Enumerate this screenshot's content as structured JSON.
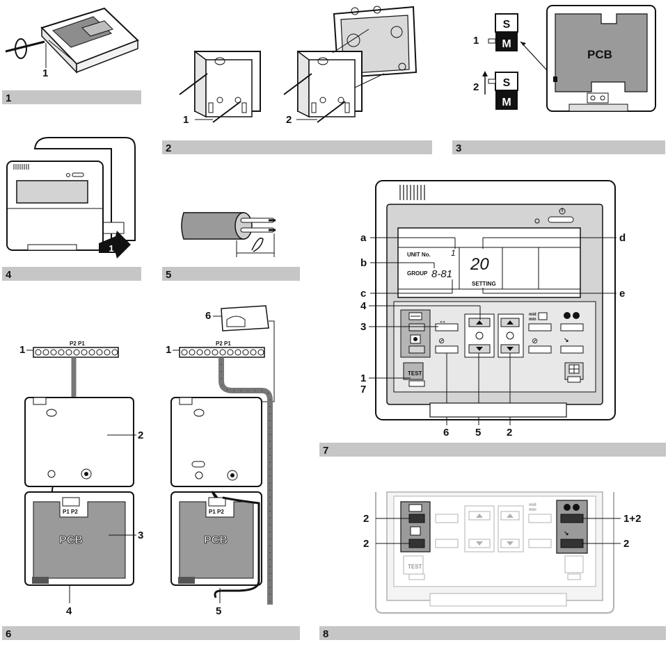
{
  "panels": [
    {
      "number": "1",
      "callouts": [
        "1"
      ]
    },
    {
      "number": "2",
      "callouts": [
        "1",
        "2"
      ]
    },
    {
      "number": "3",
      "callouts": [
        "1",
        "2"
      ],
      "switch_labels": [
        "S",
        "M"
      ],
      "pcb_label": "PCB"
    },
    {
      "number": "4",
      "callouts": [
        "1"
      ]
    },
    {
      "number": "5"
    },
    {
      "number": "6",
      "callouts": [
        "1",
        "2",
        "3",
        "4",
        "1",
        "5",
        "6"
      ],
      "terminal_label": "P2 P1",
      "terminal_label_pcb": "P1 P2",
      "pcb_label": "PCB"
    },
    {
      "number": "7",
      "callouts": [
        "a",
        "b",
        "c",
        "d",
        "e",
        "4",
        "3",
        "1",
        "7",
        "6",
        "5",
        "2"
      ],
      "lcd": {
        "unit_no_label": "UNIT No.",
        "unit_no_value": "1",
        "group_label": "GROUP",
        "group_value": "8-81",
        "temp_value": "20",
        "setting_label": "SETTING"
      },
      "button_labels": {
        "test": "TEST",
        "mid": "mid",
        "min": "min"
      }
    },
    {
      "number": "8",
      "callouts": [
        "2",
        "2",
        "1+2",
        "2"
      ],
      "button_labels": {
        "test": "TEST",
        "mid": "mid",
        "min": "min"
      }
    }
  ]
}
